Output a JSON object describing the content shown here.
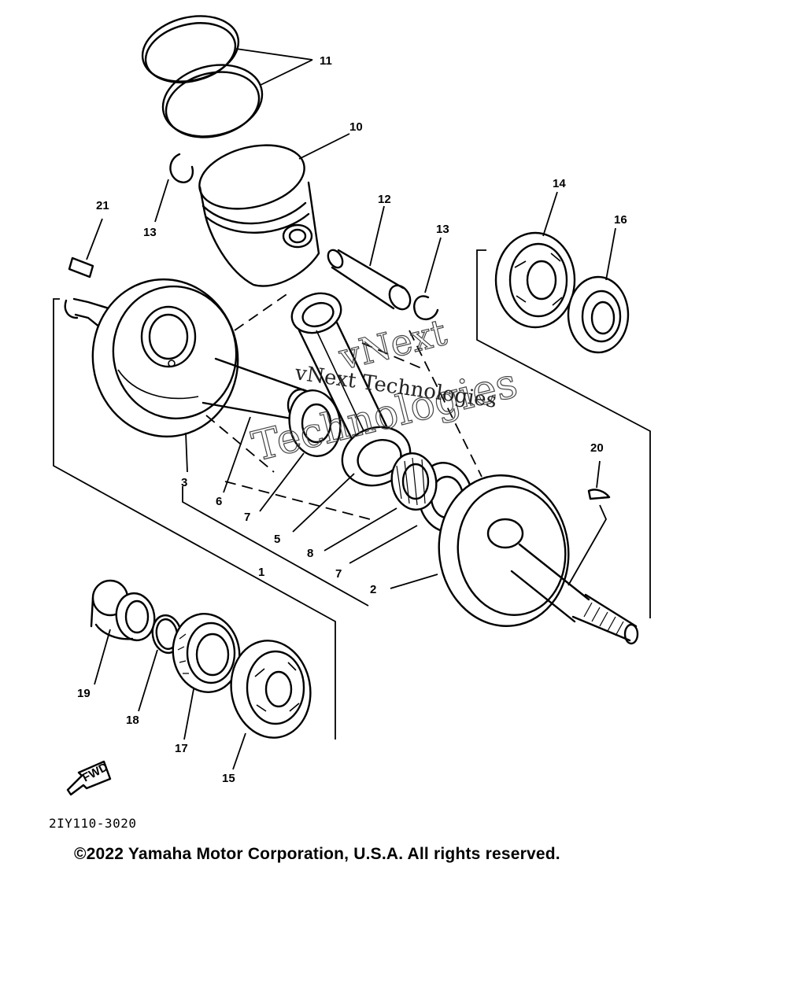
{
  "callouts": {
    "c1": "1",
    "c2": "2",
    "c3": "3",
    "c5": "5",
    "c6": "6",
    "c7a": "7",
    "c7b": "7",
    "c8": "8",
    "c10": "10",
    "c11": "11",
    "c12": "12",
    "c13a": "13",
    "c13b": "13",
    "c14": "14",
    "c15": "15",
    "c16": "16",
    "c17": "17",
    "c18": "18",
    "c19": "19",
    "c20": "20",
    "c21": "21"
  },
  "fwd_label": "FWD",
  "doc_code": "2IY110-3020",
  "copyright": "©2022 Yamaha Motor Corporation, U.S.A. All rights reserved.",
  "watermark": {
    "line1": "vNext",
    "line2": "Technologies",
    "line3": "vNext Technologies"
  },
  "colors": {
    "ink": "#000000",
    "paper": "#ffffff",
    "watermark": "#444444"
  }
}
